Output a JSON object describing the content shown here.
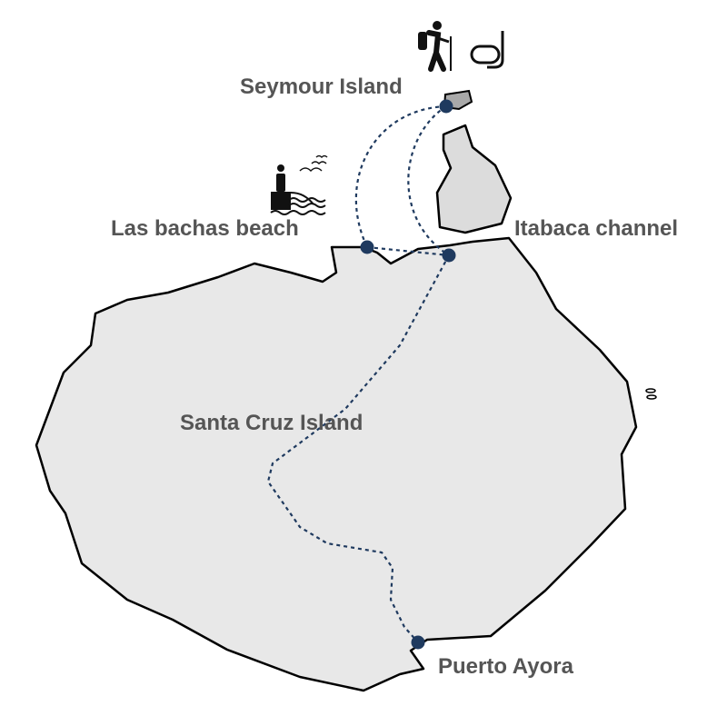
{
  "map": {
    "island_label": "Santa Cruz Island",
    "locations": [
      {
        "id": "seymour",
        "label": "Seymour Island",
        "activities": [
          "hiking-icon",
          "snorkel-mask-icon"
        ]
      },
      {
        "id": "las-bachas",
        "label": "Las bachas beach",
        "activities": [
          "beach-icon"
        ]
      },
      {
        "id": "itabaca",
        "label": "Itabaca channel"
      },
      {
        "id": "puerto-ayora",
        "label": "Puerto Ayora"
      }
    ],
    "routes": [
      {
        "from": "seymour",
        "to": "las-bachas"
      },
      {
        "from": "seymour",
        "to": "itabaca"
      },
      {
        "from": "las-bachas",
        "to": "itabaca"
      },
      {
        "from": "itabaca",
        "to": "puerto-ayora"
      }
    ],
    "colors": {
      "land": "#e8e8e8",
      "seymour": "#a9a9a9",
      "route": "#1f3a5f",
      "marker": "#1f3a5f",
      "label": "#555555"
    }
  }
}
